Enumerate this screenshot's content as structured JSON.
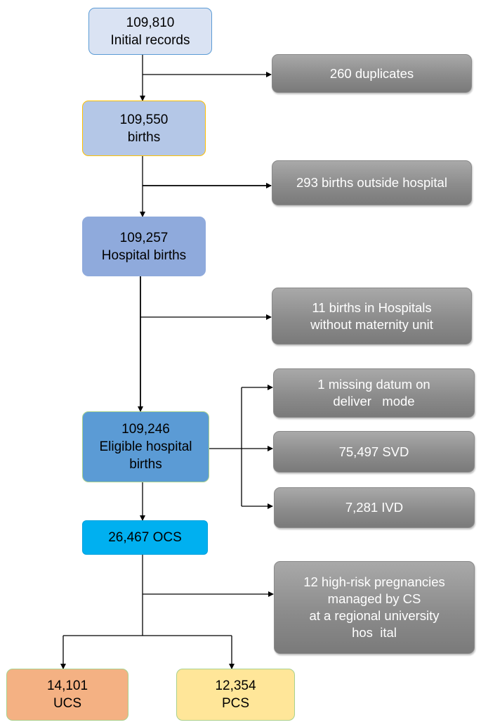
{
  "boxes": {
    "initial": {
      "count": "109,810",
      "label": "Initial records"
    },
    "births": {
      "count": "109,550",
      "label": "births"
    },
    "hospital": {
      "count": "109,257",
      "label": "Hospital births"
    },
    "eligible": {
      "count": "109,246",
      "line2": "Eligible hospital",
      "line3": "births"
    },
    "ocs": {
      "label": "26,467 OCS"
    },
    "ucs": {
      "count": "14,101",
      "label": "UCS"
    },
    "pcs": {
      "count": "12,354",
      "label": "PCS"
    }
  },
  "exclusions": {
    "duplicates": {
      "text": "260 duplicates"
    },
    "outside": {
      "text": "293 births outside hospital"
    },
    "no_maternity": {
      "line1": "11 births in Hospitals",
      "line2": "without maternity unit"
    },
    "missing": {
      "line1": "1 missing datum on",
      "line2": "deliver   mode"
    },
    "svd": {
      "text": "75,497 SVD"
    },
    "ivd": {
      "text": "7,281 IVD"
    },
    "high_risk": {
      "line1": "12 high-risk pregnancies",
      "line2": "managed by CS",
      "line3": "at a regional university",
      "line4": "hos  ital"
    }
  },
  "colors": {
    "initial_fill": "#dae3f3",
    "initial_border": "#5b9bd5",
    "births_fill": "#b4c7e7",
    "births_border": "#ffc000",
    "hospital_fill": "#8faadc",
    "eligible_fill": "#5b9bd5",
    "eligible_border": "#a9d18e",
    "ocs_fill": "#00b0f0",
    "ucs_fill": "#f4b183",
    "ucs_border": "#a9d18e",
    "pcs_fill": "#ffe699",
    "pcs_border": "#a9d18e",
    "exclusion_fill": "#9a9a9a"
  }
}
